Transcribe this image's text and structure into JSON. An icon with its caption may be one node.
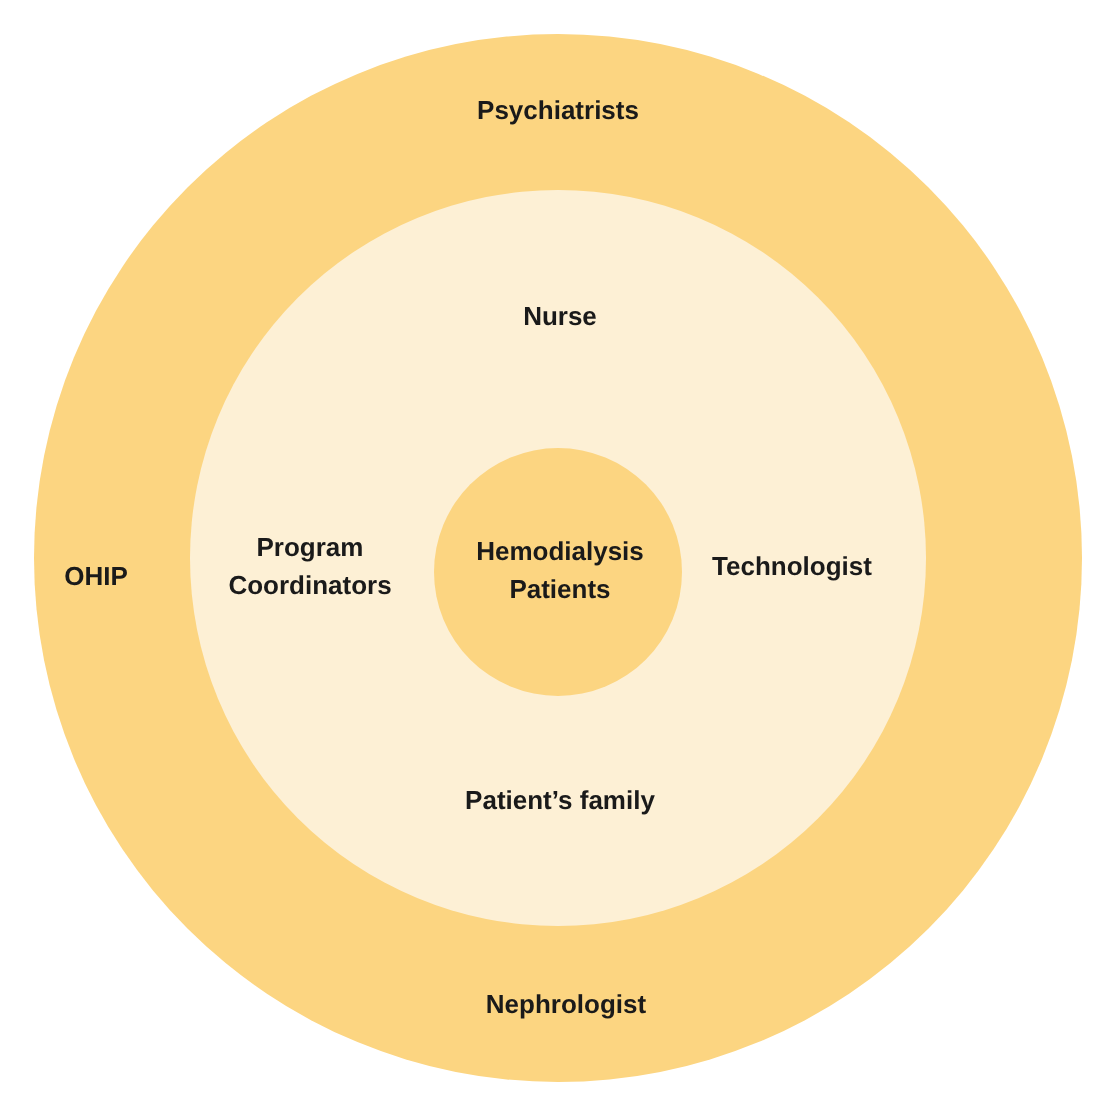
{
  "diagram": {
    "nodes": [
      {
        "text": [
          "Psychiatrists",
          "OHIP",
          "Nephrologist"
        ]
      },
      {
        "text": [
          "Nurse",
          "Program Coordinators",
          "Technologist",
          "Patient’s family"
        ],
        "in": 0
      },
      {
        "text": [
          "Hemodialysis Patients"
        ],
        "in": 1
      }
    ]
  }
}
